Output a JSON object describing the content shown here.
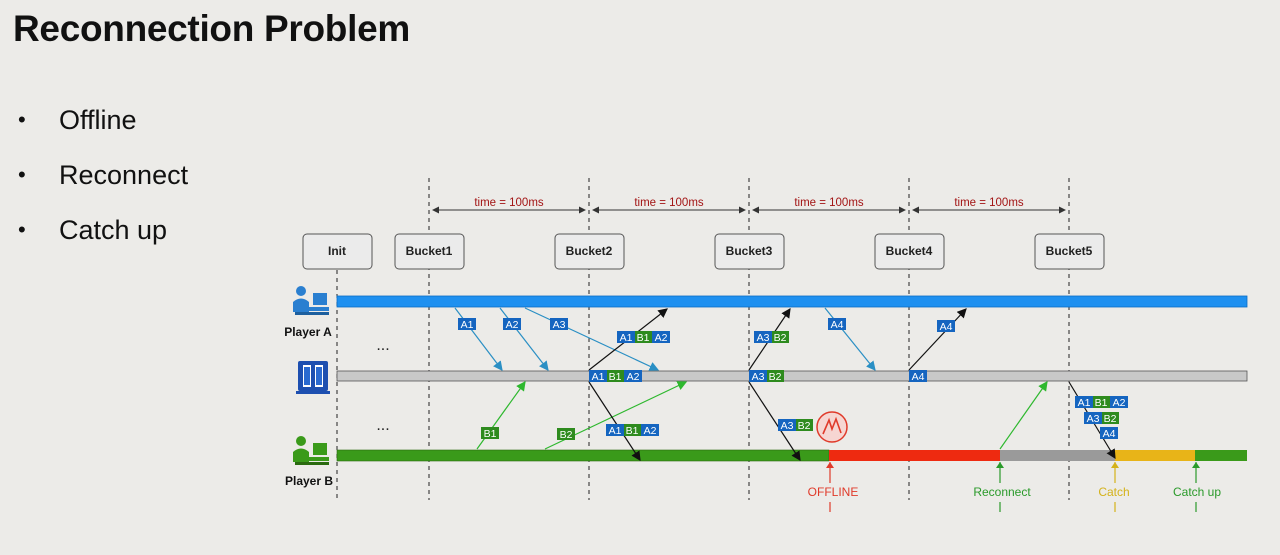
{
  "slide": {
    "title": "Reconnection Problem",
    "bullets": [
      "Offline",
      "Reconnect",
      "Catch up"
    ],
    "bullet_symbol": "•"
  },
  "diagram": {
    "buckets": [
      "Init",
      "Bucket1",
      "Bucket2",
      "Bucket3",
      "Bucket4",
      "Bucket5"
    ],
    "interval_label": "time = 100ms",
    "players": [
      "Player A",
      "Player B"
    ],
    "ellipsis": "...",
    "markers": {
      "offline": "OFFLINE",
      "reconnect": "Reconnect",
      "catch_label": "Catch",
      "catch_up": "Catch up"
    },
    "packets": {
      "a1": "A1",
      "a2": "A2",
      "a3": "A3",
      "a4": "A4",
      "b1": "B1",
      "b2": "B2"
    },
    "colors": {
      "player_a_line": "#1e90f0",
      "server_line": "#c8c8c8",
      "player_b_line": "#3a9a1a",
      "offline": "#ee2a10",
      "reconnect_gray": "#9a9a9a",
      "catchup": "#e8b418",
      "a_packet": "#1565c0",
      "b_packet": "#2e8b1e",
      "arrow_a": "#2a8fc4",
      "arrow_b": "#2eb82e",
      "time_text": "#a31515"
    },
    "icons": [
      "player-a-icon",
      "server-icon",
      "player-b-icon",
      "lightning-icon"
    ]
  }
}
